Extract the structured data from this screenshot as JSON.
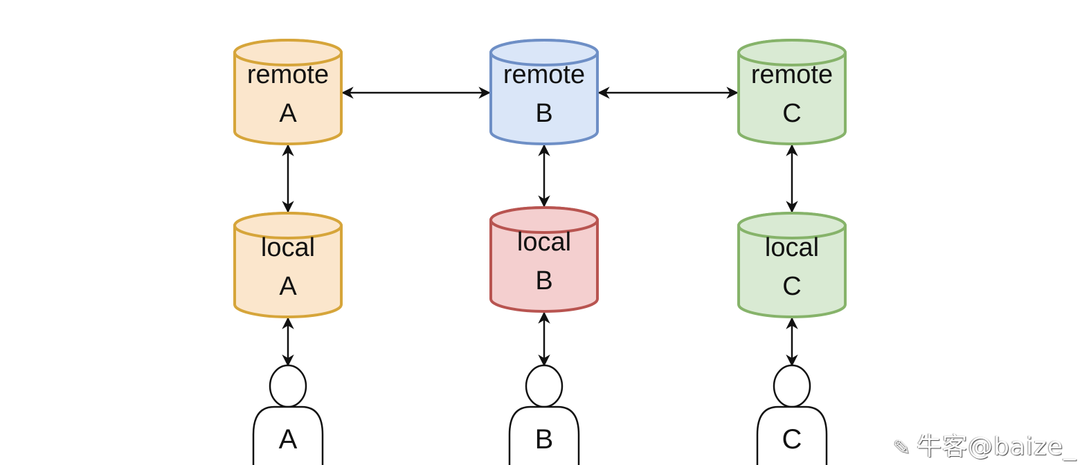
{
  "diagram": {
    "type": "git-remote-topology",
    "databases": [
      {
        "id": "remoteA",
        "line1": "remote",
        "line2": "A",
        "fill": "#fbe6cc",
        "stroke": "#d6a53a"
      },
      {
        "id": "remoteB",
        "line1": "remote",
        "line2": "B",
        "fill": "#dae6f8",
        "stroke": "#6e8fc6"
      },
      {
        "id": "remoteC",
        "line1": "remote",
        "line2": "C",
        "fill": "#d9ead3",
        "stroke": "#86b36a"
      },
      {
        "id": "localA",
        "line1": "local",
        "line2": "A",
        "fill": "#fbe6cc",
        "stroke": "#d6a53a"
      },
      {
        "id": "localB",
        "line1": "local",
        "line2": "B",
        "fill": "#f4cfcf",
        "stroke": "#b85450"
      },
      {
        "id": "localC",
        "line1": "local",
        "line2": "C",
        "fill": "#d9ead3",
        "stroke": "#86b36a"
      }
    ],
    "people": [
      {
        "id": "userA",
        "label": "A"
      },
      {
        "id": "userB",
        "label": "B"
      },
      {
        "id": "userC",
        "label": "C"
      }
    ],
    "connections": [
      {
        "from": "remoteA",
        "to": "remoteB",
        "direction": "bidirectional"
      },
      {
        "from": "remoteB",
        "to": "remoteC",
        "direction": "bidirectional"
      },
      {
        "from": "remoteA",
        "to": "localA",
        "direction": "bidirectional"
      },
      {
        "from": "remoteB",
        "to": "localB",
        "direction": "bidirectional"
      },
      {
        "from": "remoteC",
        "to": "localC",
        "direction": "bidirectional"
      },
      {
        "from": "localA",
        "to": "userA",
        "direction": "bidirectional"
      },
      {
        "from": "localB",
        "to": "userB",
        "direction": "bidirectional"
      },
      {
        "from": "localC",
        "to": "userC",
        "direction": "bidirectional"
      }
    ]
  },
  "watermark": {
    "icon": "niuke-logo-icon",
    "text": "牛客@baize_"
  }
}
